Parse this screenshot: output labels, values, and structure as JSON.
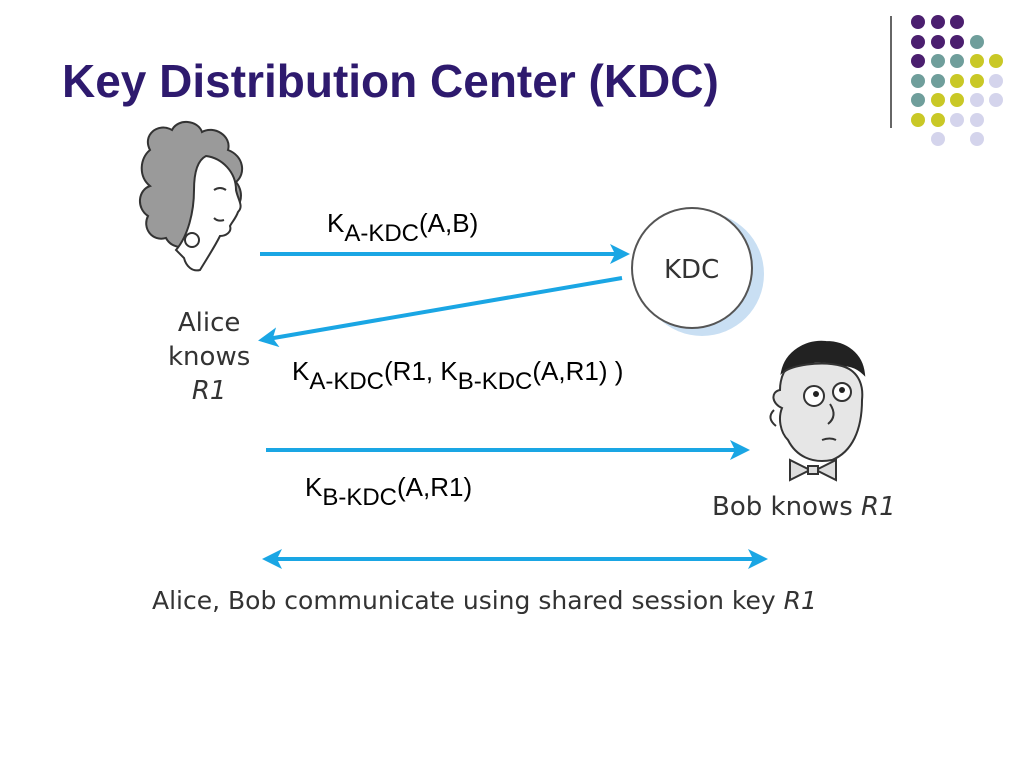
{
  "slide": {
    "title": "Key Distribution Center (KDC)"
  },
  "colors": {
    "title": "#2e1a6e",
    "arrow": "#1aa6e4",
    "kdc_shadow": "#c9dff3",
    "dot_purple": "#4b1f6f",
    "dot_teal": "#6f9e9b",
    "dot_olive": "#c9c826",
    "dot_lavender": "#d4d4ec",
    "divider": "#666666"
  },
  "decoration": {
    "dot_rows": [
      [
        "dot_purple",
        "dot_purple",
        "dot_purple",
        null,
        null
      ],
      [
        "dot_purple",
        "dot_purple",
        "dot_purple",
        "dot_teal",
        null
      ],
      [
        "dot_purple",
        "dot_teal",
        "dot_teal",
        "dot_olive",
        "dot_olive"
      ],
      [
        "dot_teal",
        "dot_teal",
        "dot_olive",
        "dot_olive",
        "dot_lavender"
      ],
      [
        "dot_teal",
        "dot_olive",
        "dot_olive",
        "dot_lavender",
        "dot_lavender"
      ],
      [
        "dot_olive",
        "dot_olive",
        "dot_lavender",
        "dot_lavender",
        null
      ],
      [
        null,
        "dot_lavender",
        null,
        "dot_lavender",
        null
      ]
    ]
  },
  "diagram": {
    "kdc_label": "KDC",
    "alice_label": {
      "line1": "Alice",
      "line2": "knows",
      "line3": "R1"
    },
    "bob_label": {
      "prefix": "Bob knows ",
      "key": "R1"
    },
    "session_label": {
      "prefix": "Alice, Bob communicate using shared session key ",
      "key": "R1"
    },
    "msg1": {
      "k": "K",
      "sub": "A-KDC",
      "args": "(A,B)"
    },
    "msg2": {
      "k": "K",
      "sub": "A-KDC",
      "mid": "(R1, K",
      "sub2": "B-KDC",
      "end": "(A,R1) )"
    },
    "msg3": {
      "k": "K",
      "sub": "B-KDC",
      "args": "(A,R1)"
    }
  }
}
